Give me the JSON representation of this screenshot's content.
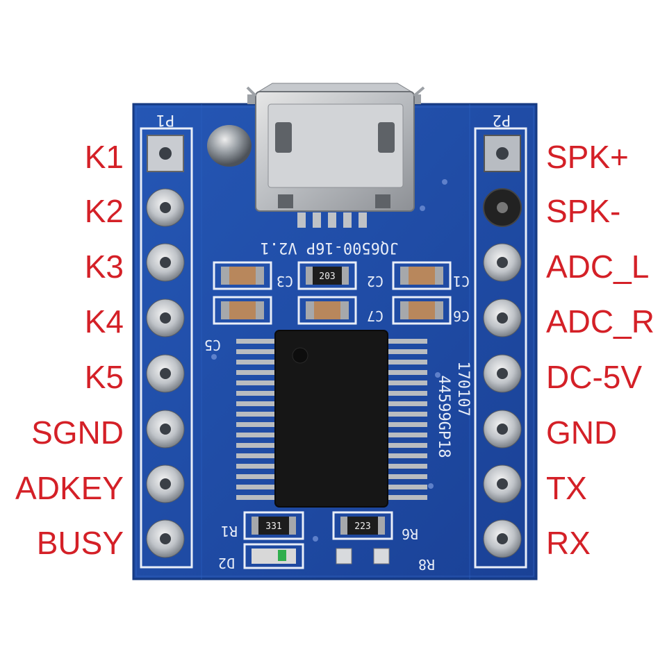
{
  "left_pins": [
    {
      "label": "K1"
    },
    {
      "label": "K2"
    },
    {
      "label": "K3"
    },
    {
      "label": "K4"
    },
    {
      "label": "K5"
    },
    {
      "label": "SGND"
    },
    {
      "label": "ADKEY"
    },
    {
      "label": "BUSY"
    }
  ],
  "right_pins": [
    {
      "label": "SPK+"
    },
    {
      "label": "SPK-"
    },
    {
      "label": "ADC_L"
    },
    {
      "label": "ADC_R"
    },
    {
      "label": "DC-5V"
    },
    {
      "label": "GND"
    },
    {
      "label": "TX"
    },
    {
      "label": "RX"
    }
  ],
  "board": {
    "header_left": "P1",
    "header_right": "P2",
    "model": "JQ6500-16P V2.1",
    "chip_marking_1": "170107",
    "chip_marking_2": "44599GP18",
    "refs": {
      "c5": "C5",
      "c3": "C3",
      "c2": "C2",
      "c7": "C7",
      "c1": "C1",
      "c6": "C6",
      "r1": "R1",
      "r6": "R6",
      "r8": "R8",
      "d2": "D2"
    },
    "resistor_codes": {
      "r2": "203",
      "r1": "331",
      "r6": "223"
    }
  },
  "colors": {
    "label_red": "#d42027",
    "pcb_blue": "#1f4ea8",
    "pcb_dark": "#16357a",
    "silk": "#e9eef8"
  }
}
